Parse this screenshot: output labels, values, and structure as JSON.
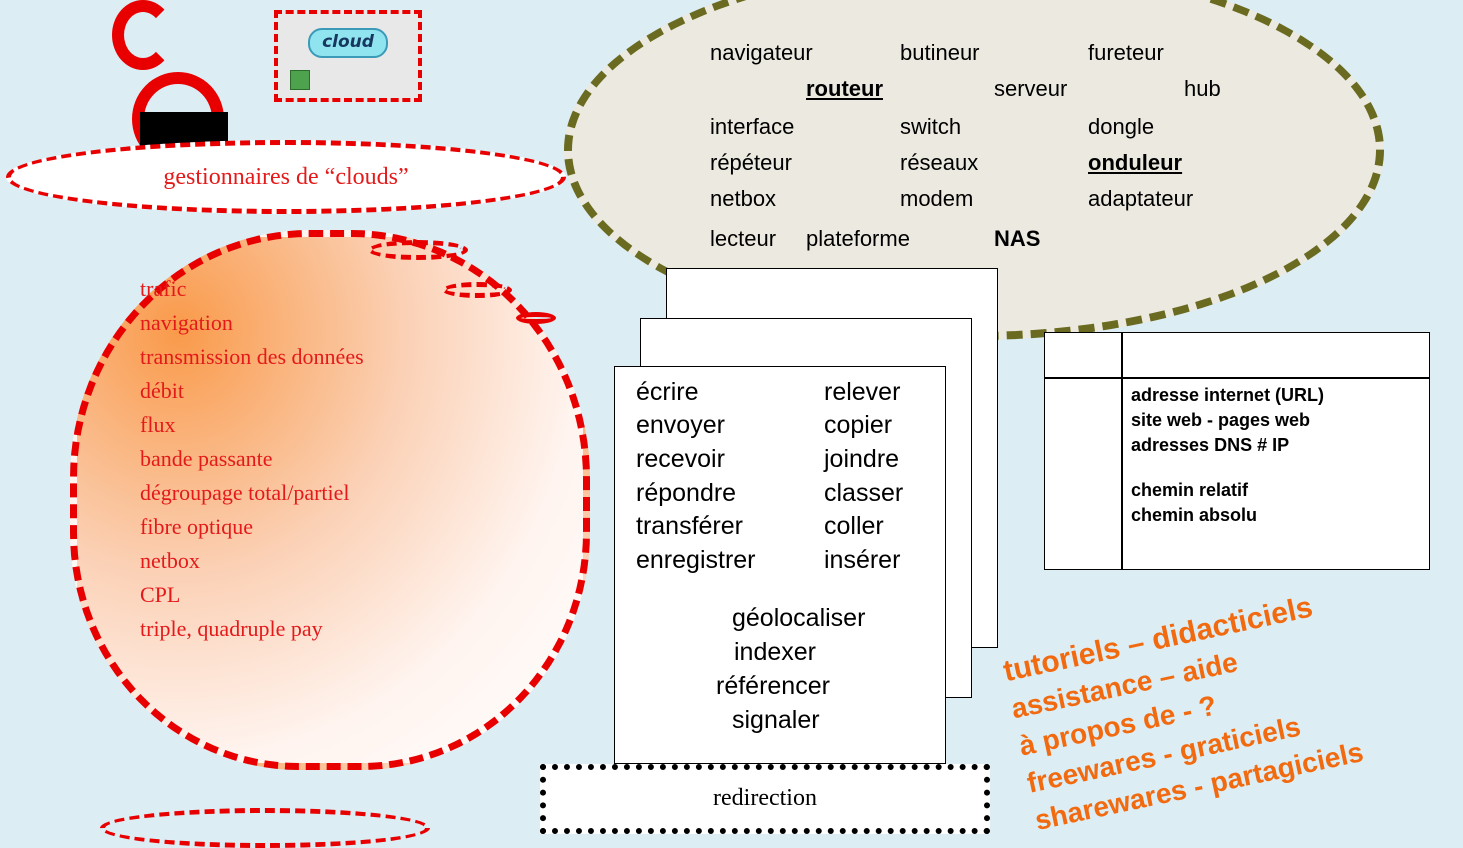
{
  "thumbnail": {
    "cloud_label": "cloud"
  },
  "gestionnaires_label": "gestionnaires de “clouds”",
  "red_cloud_items": [
    "trafic",
    "navigation",
    "transmission des données",
    "débit",
    "flux",
    "bande passante",
    "dégroupage total/partiel",
    "fibre optique",
    "netbox",
    "CPL",
    "triple, quadruple pay"
  ],
  "ellipse_words": {
    "navigateur": "navigateur",
    "butineur": "butineur",
    "fureteur": "fureteur",
    "routeur": "routeur",
    "serveur": "serveur",
    "hub": "hub",
    "interface": "interface",
    "switch": "switch",
    "dongle": "dongle",
    "repeteur": "répéteur",
    "reseaux": "réseaux",
    "onduleur": "onduleur",
    "netbox": "netbox",
    "modem": "modem",
    "adaptateur": "adaptateur",
    "lecteur": "lecteur",
    "plateforme": "plateforme",
    "nas": "NAS"
  },
  "page_verbs_left": [
    "écrire",
    "envoyer",
    "recevoir",
    "répondre",
    "transférer",
    "enregistrer"
  ],
  "page_verbs_right": [
    "relever",
    "copier",
    "joindre",
    "classer",
    "coller",
    "insérer"
  ],
  "page_verbs_center": [
    "géolocaliser",
    "indexer",
    "référencer",
    "signaler"
  ],
  "table_lines": [
    "adresse internet (URL)",
    "site web - pages web",
    "adresses DNS # IP",
    "",
    "chemin relatif",
    "chemin absolu"
  ],
  "redirection_label": "redirection",
  "orange_lines": [
    "tutoriels – didacticiels",
    "assistance – aide",
    "à propos de - ?",
    "freewares - graticiels",
    "sharewares - partagiciels"
  ],
  "colors": {
    "background": "#dcedf3",
    "red": "#e80000",
    "orange": "#f26a10",
    "olive": "#6a6a20"
  }
}
